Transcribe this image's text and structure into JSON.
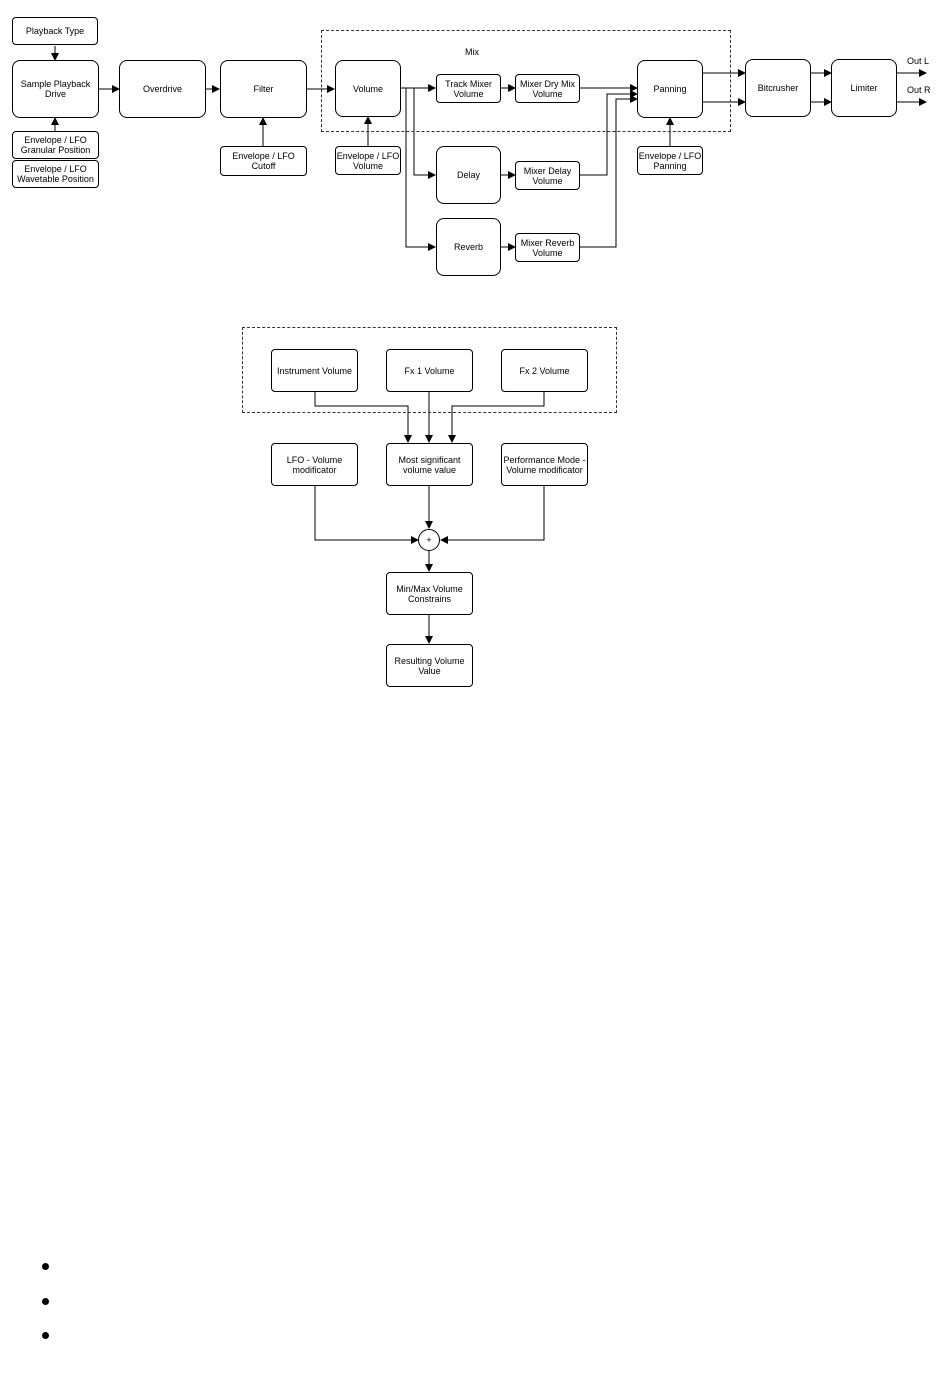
{
  "signal_chain": {
    "mix_group_label": "Mix",
    "playback_type": "Playback Type",
    "sample_playback_drive": "Sample Playback\nDrive",
    "env_lfo_granular": "Envelope / LFO\nGranular Position",
    "env_lfo_wavetable": "Envelope / LFO\nWavetable Position",
    "overdrive": "Overdrive",
    "filter": "Filter",
    "env_lfo_cutoff": "Envelope / LFO\nCutoff",
    "volume": "Volume",
    "env_lfo_volume": "Envelope / LFO\nVolume",
    "track_mixer_volume": "Track Mixer\nVolume",
    "mixer_dry_mix_volume": "Mixer Dry Mix\nVolume",
    "delay": "Delay",
    "mixer_delay_volume": "Mixer Delay\nVolume",
    "reverb": "Reverb",
    "mixer_reverb_volume": "Mixer Reverb\nVolume",
    "panning": "Panning",
    "env_lfo_panning": "Envelope / LFO\nPanning",
    "bitcrusher": "Bitcrusher",
    "limiter": "Limiter",
    "out_l": "Out L",
    "out_r": "Out R"
  },
  "volume_chain": {
    "instrument_volume": "Instrument Volume",
    "fx1_volume": "Fx 1 Volume",
    "fx2_volume": "Fx 2 Volume",
    "lfo_volume_modificator": "LFO - Volume\nmodificator",
    "most_significant_volume": "Most significant\nvolume value",
    "performance_mode_modificator": "Performance Mode -\nVolume modificator",
    "sum_symbol": "+",
    "min_max_constrains": "Min/Max Volume\nConstrains",
    "resulting_volume": "Resulting Volume\nValue"
  }
}
